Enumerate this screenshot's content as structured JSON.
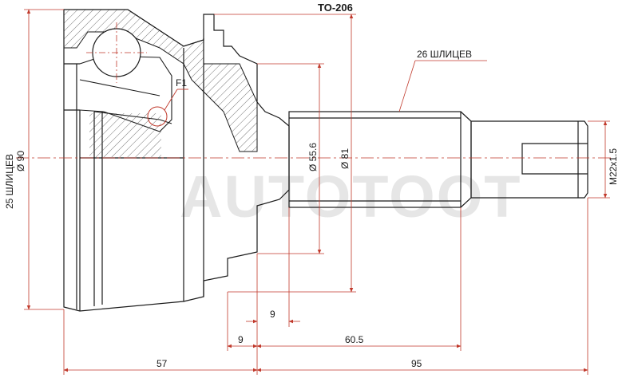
{
  "part_number": "TO-206",
  "watermark": "AUTOTOOT",
  "feature_label": "F1",
  "callouts": {
    "outer_splines": "26 ШЛИЦЕВ",
    "inner_splines": "25 ШЛИЦЕВ"
  },
  "dimensions": {
    "outer_diameter": "Ø 90",
    "shaft_diameter_small": "Ø 55.6",
    "shaft_diameter_large": "Ø 81",
    "thread": "M22x1.5",
    "flange_width": "9",
    "gap_width": "9",
    "shaft_length": "60.5",
    "body_length": "57",
    "total_length": "95"
  },
  "colors": {
    "line": "#1a1a1a",
    "dimension": "#c0392b",
    "centerline": "#c0392b",
    "hatch": "#555555",
    "watermark": "#e6e6e6"
  }
}
